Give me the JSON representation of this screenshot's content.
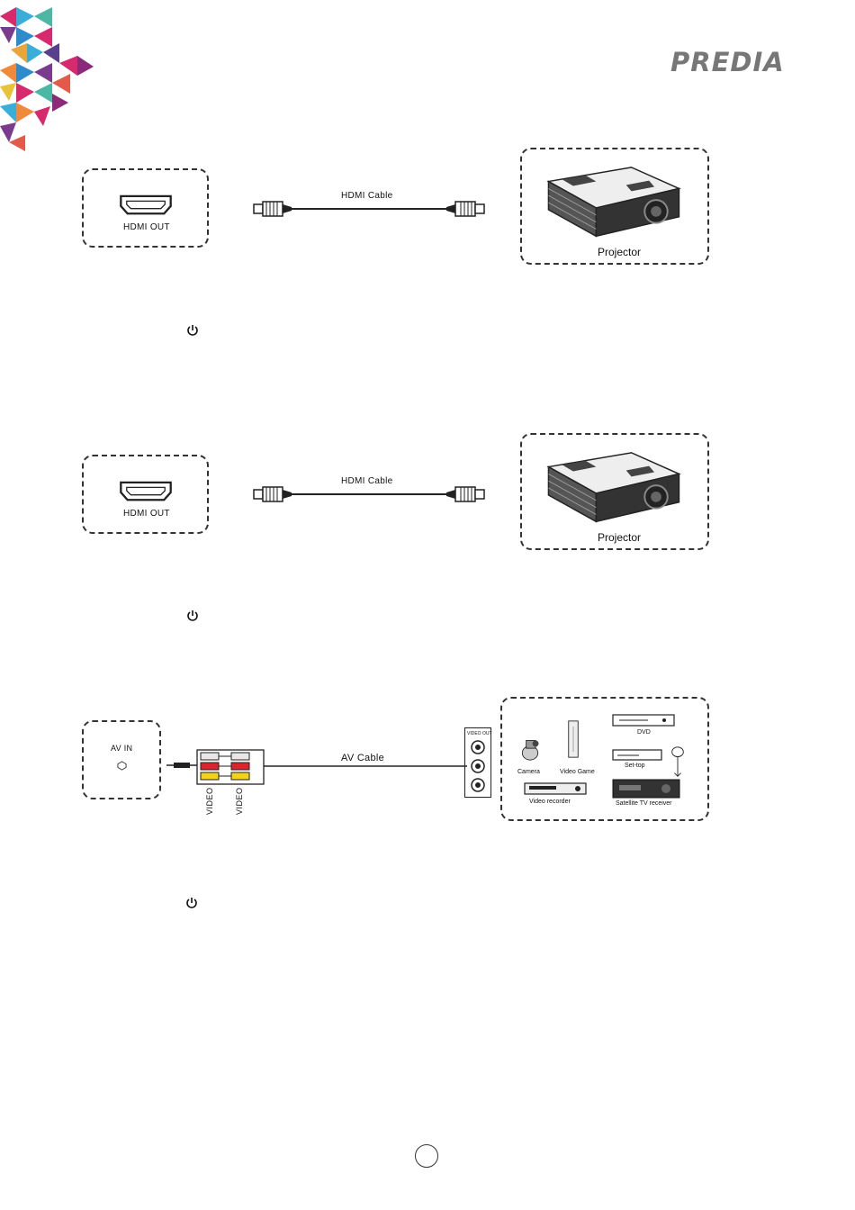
{
  "brand": {
    "name": "PREDIA"
  },
  "diagram1": {
    "source_port": "HDMI OUT",
    "cable": "HDMI  Cable",
    "device": "Projector"
  },
  "diagram2": {
    "source_port": "HDMI OUT",
    "cable": "HDMI  Cable",
    "device": "Projector"
  },
  "diagram3": {
    "port": "AV IN",
    "cable": "AV Cable",
    "plug_labels": [
      "VIDEO",
      "VIDEO"
    ],
    "panel_label": "VIDEO OUT",
    "devices": [
      "DVD",
      "Camera",
      "Video Game",
      "Set-top",
      "Video recorder",
      "Satellite TV receiver"
    ]
  },
  "colors": {
    "rca_red": "#d9262e",
    "rca_yellow": "#f2d21b",
    "rca_white": "#e8e8e8"
  }
}
